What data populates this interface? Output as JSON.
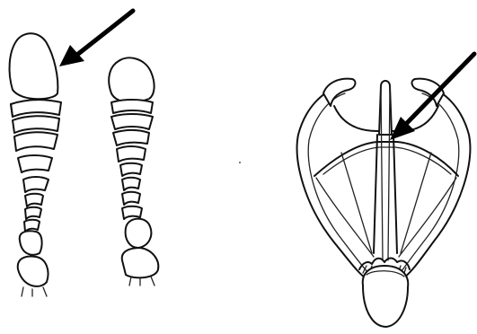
{
  "figure": {
    "panels": [
      "antenna-left",
      "antenna-right",
      "genital-structure"
    ],
    "arrow_color": "#000000",
    "line_color": "#111111",
    "background": "#ffffff"
  }
}
